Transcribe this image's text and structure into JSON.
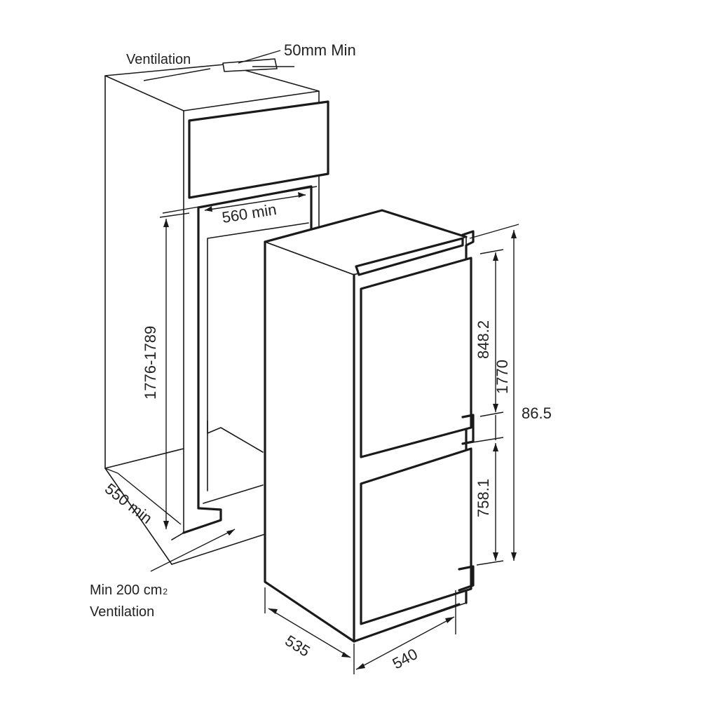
{
  "labels": {
    "ventilation_top": "Ventilation",
    "top_clearance": "50mm Min",
    "niche_width": "560 min",
    "niche_height": "1776-1789",
    "niche_depth": "550 min",
    "bottom_vent_line1": "Min 200 cm",
    "bottom_vent_unit_sub": "2",
    "bottom_vent_line2": "Ventilation",
    "freezer_height": "848.2",
    "fridge_height": "758.1",
    "total_height": "1770",
    "gap_height": "86.5",
    "appliance_depth": "535",
    "appliance_width": "540"
  }
}
